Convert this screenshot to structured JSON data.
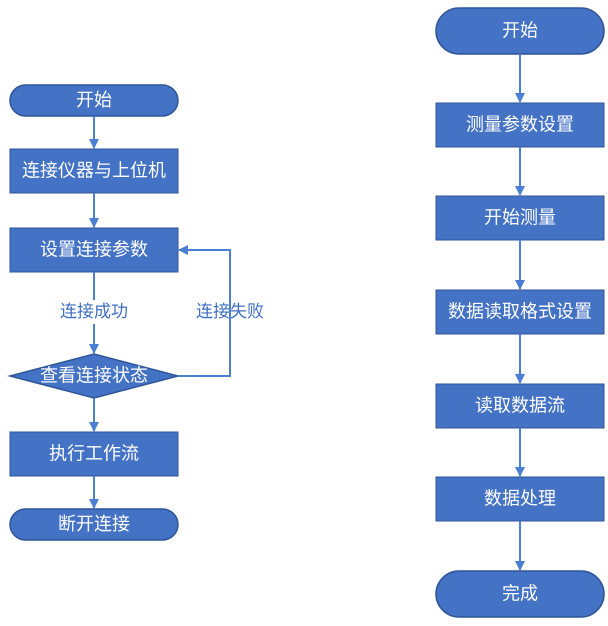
{
  "colors": {
    "node_fill": "#4472c4",
    "node_stroke": "#2f5597",
    "arrow": "#4a7fd3",
    "label_text": "#3f6fc3",
    "node_text": "#ffffff"
  },
  "left_flow": {
    "start": "开始",
    "connect_instrument": "连接仪器与上位机",
    "set_connection_params": "设置连接参数",
    "check_connection_status": "查看连接状态",
    "run_workflow": "执行工作流",
    "disconnect": "断开连接",
    "label_success": "连接成功",
    "label_failure": "连接失败"
  },
  "right_flow": {
    "start": "开始",
    "measurement_params": "测量参数设置",
    "start_measurement": "开始测量",
    "read_format_settings": "数据读取格式设置",
    "read_data_stream": "读取数据流",
    "data_processing": "数据处理",
    "finish": "完成"
  }
}
